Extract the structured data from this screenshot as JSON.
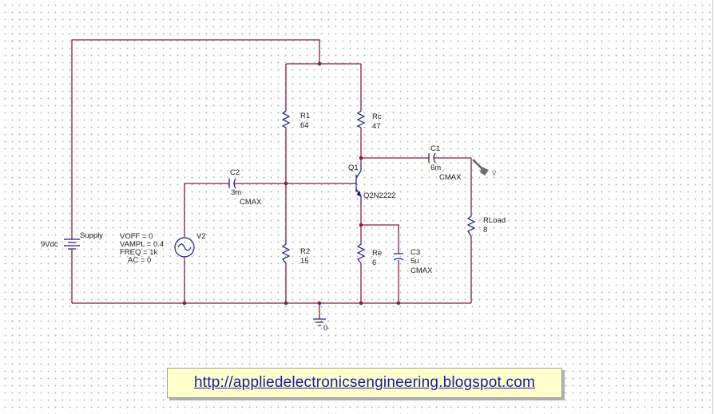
{
  "battery": {
    "name": "Supply",
    "value": "9Vdc"
  },
  "source": {
    "name": "V2",
    "params": [
      "VOFF = 0",
      "VAMPL = 0.4",
      "FREQ = 1k",
      "AC = 0"
    ]
  },
  "c2": {
    "name": "C2",
    "value": "3m",
    "model": "CMAX"
  },
  "c1": {
    "name": "C1",
    "value": "6m",
    "model": "CMAX"
  },
  "c3": {
    "name": "C3",
    "value": "5u",
    "model": "CMAX"
  },
  "r1": {
    "name": "R1",
    "value": "64"
  },
  "r2": {
    "name": "R2",
    "value": "15"
  },
  "rc": {
    "name": "Rc",
    "value": "47"
  },
  "re": {
    "name": "Re",
    "value": "6"
  },
  "rload": {
    "name": "RLoad",
    "value": "8"
  },
  "q1": {
    "name": "Q1",
    "model": "Q2N2222"
  },
  "ground": {
    "label": "0"
  },
  "probe": {
    "label": "V"
  },
  "link": {
    "url": "http://appliedelectronicsengineering.blogspot.com"
  },
  "colors": {
    "wire": "#8b1a3c",
    "component": "#1a1a8c",
    "link": "#1a1aa8",
    "link_bg": "#ffffcc"
  }
}
